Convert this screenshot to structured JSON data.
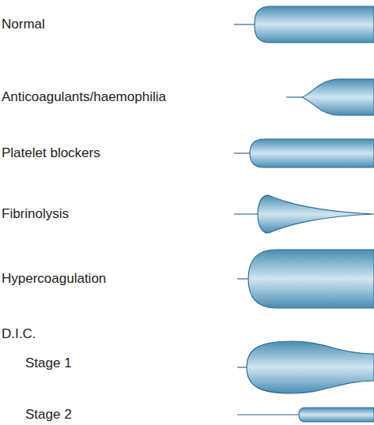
{
  "diagram": {
    "labels": [
      "Normal",
      "Anticoagulants/haemophilia",
      "Platelet blockers",
      "Fibrinolysis",
      "Hypercoagulation",
      "D.I.C.",
      "Stage 1",
      "Stage 2"
    ]
  }
}
